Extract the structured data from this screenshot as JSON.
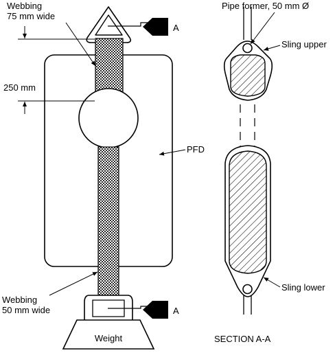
{
  "labels": {
    "webbing_top_line1": "Webbing",
    "webbing_top_line2": "75 mm wide",
    "dim_250": "250 mm",
    "arrow_a_top": "A",
    "arrow_a_bottom": "A",
    "pfd": "PFD",
    "webbing_bottom_line1": "Webbing",
    "webbing_bottom_line2": "50 mm wide",
    "weight": "Weight",
    "pipe_former": "Pipe former, 50 mm Ø",
    "sling_upper": "Sling upper",
    "sling_lower": "Sling lower",
    "section": "SECTION A-A"
  },
  "colors": {
    "ink": "#000000",
    "paper": "#ffffff",
    "webbing_fill": "#3a3a3a"
  }
}
